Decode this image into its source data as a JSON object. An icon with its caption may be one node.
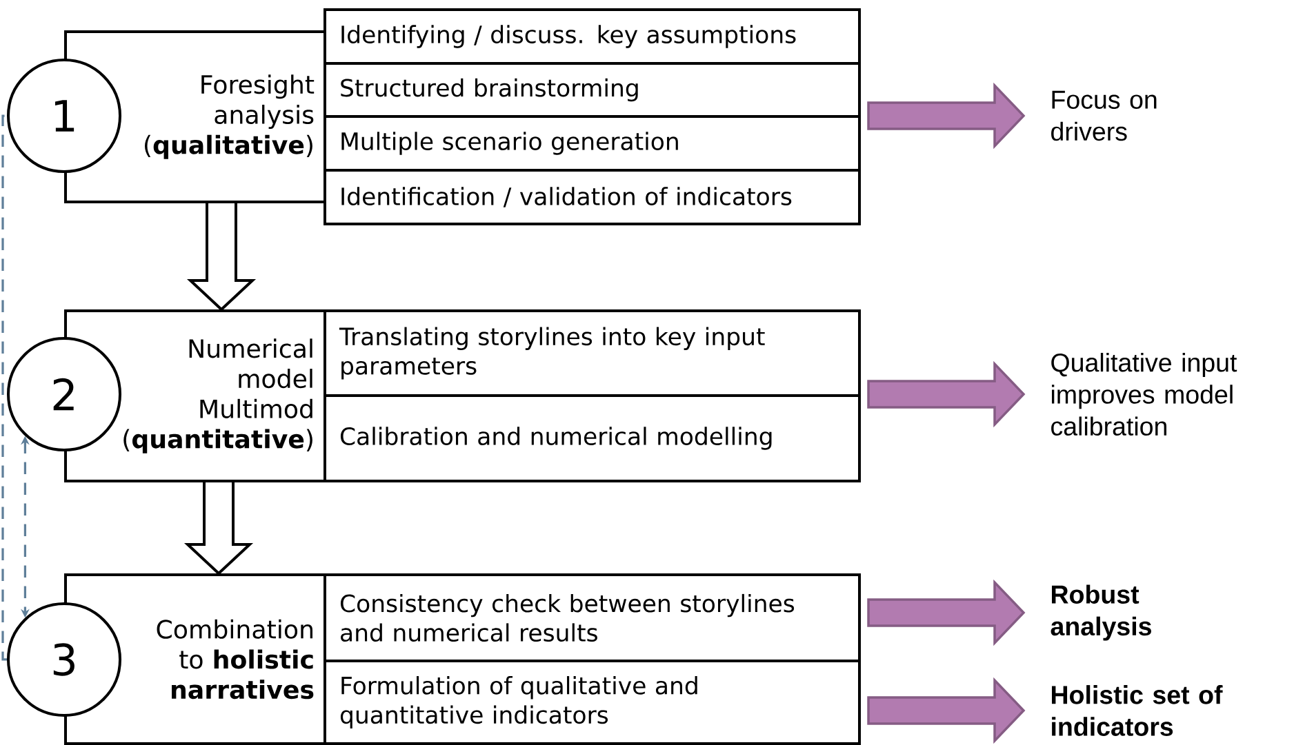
{
  "diagram": {
    "nodes": [
      {
        "text": [
          "1"
        ]
      },
      {
        "text": [
          "Foresight analysis (**qualitative**)"
        ]
      },
      {
        "text": [
          "Identifying / discuss. key assumptions"
        ]
      },
      {
        "text": [
          "Structured brainstorming"
        ]
      },
      {
        "text": [
          "Multiple scenario generation"
        ]
      },
      {
        "text": [
          "Identification / validation of indicators"
        ]
      },
      {
        "text": [
          "Focus on drivers"
        ]
      },
      {
        "text": [
          "2"
        ]
      },
      {
        "text": [
          "Numerical model Multimod (**quantitative**)"
        ]
      },
      {
        "text": [
          "Translating storylines into key input parameters"
        ]
      },
      {
        "text": [
          "Calibration and numerical modelling"
        ]
      },
      {
        "text": [
          "Qualitative input improves model calibration"
        ]
      },
      {
        "text": [
          "3"
        ]
      },
      {
        "text": [
          "Combination to **holistic narratives**"
        ]
      },
      {
        "text": [
          "Consistency check between storylines and numerical results"
        ]
      },
      {
        "text": [
          "Formulation of qualitative and quantitative indicators"
        ]
      },
      {
        "text": [
          "Robust analysis"
        ]
      },
      {
        "text": [
          "Holistic set of indicators"
        ]
      }
    ],
    "edges": [
      {
        "from": 1,
        "to": 8,
        "arrow": "to",
        "style": "thick"
      },
      {
        "from": 8,
        "to": 13,
        "arrow": "to",
        "style": "thick"
      },
      {
        "from": null,
        "to": 6,
        "arrow": "to",
        "color": "#b27bb0"
      },
      {
        "from": null,
        "to": 11,
        "arrow": "to",
        "color": "#b27bb0"
      },
      {
        "from": null,
        "to": 16,
        "arrow": "to",
        "color": "#b27bb0"
      },
      {
        "from": null,
        "to": 17,
        "arrow": "to",
        "color": "#b27bb0"
      },
      {
        "from": 12,
        "to": 0,
        "arrow": "none",
        "style": "dashed",
        "color": "#5f7f99"
      },
      {
        "from": 7,
        "to": 12,
        "arrow": "both",
        "style": "dashed",
        "color": "#5f7f99"
      }
    ]
  }
}
